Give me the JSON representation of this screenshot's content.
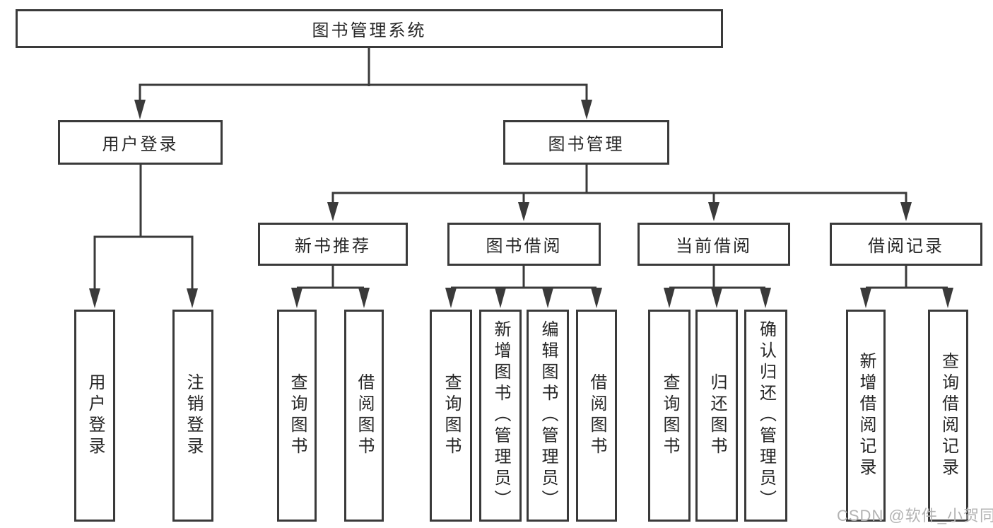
{
  "colors": {
    "line": "#3a3a3a",
    "text": "#262626",
    "watermark": "#b3b3b3",
    "canvas": "#ffffff"
  },
  "nodes": {
    "root": "图书管理系统",
    "user_login": {
      "label": "用户登录",
      "children": [
        "用户登录",
        "注销登录"
      ]
    },
    "book_management": {
      "label": "图书管理",
      "sections": {
        "new_book_recommend": {
          "label": "新书推荐",
          "children": [
            "查询图书",
            "借阅图书"
          ]
        },
        "book_borrow": {
          "label": "图书借阅",
          "children": [
            "查询图书",
            "新增图书（管理员）",
            "编辑图书（管理员）",
            "借阅图书"
          ]
        },
        "current_borrow": {
          "label": "当前借阅",
          "children": [
            "查询图书",
            "归还图书",
            "确认归还（管理员）"
          ]
        },
        "borrow_record": {
          "label": "借阅记录",
          "children": [
            "新增借阅记录",
            "查询借阅记录"
          ]
        }
      }
    },
    "watermark": "CSDN @软件_小贺同学"
  }
}
